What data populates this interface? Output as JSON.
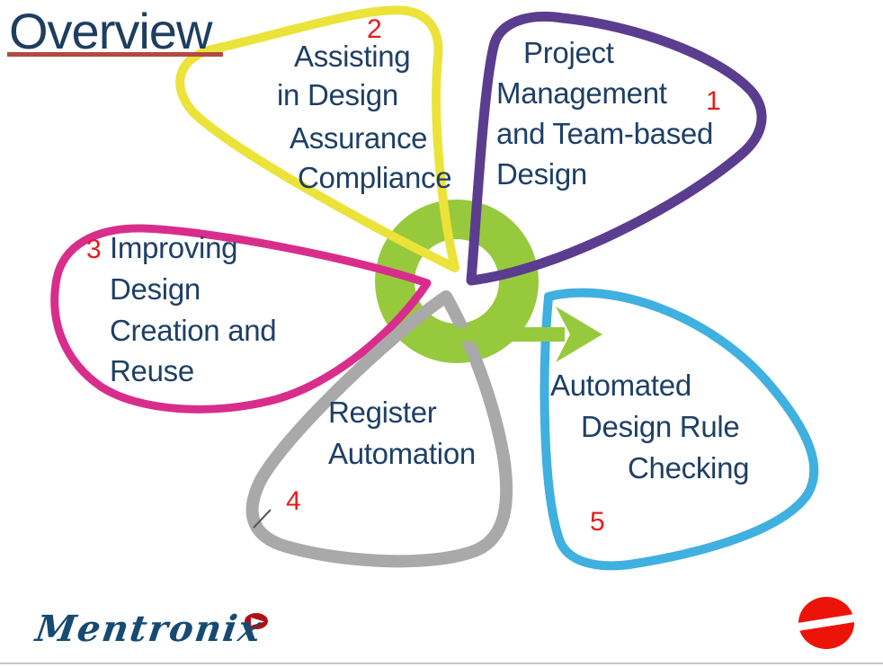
{
  "title": {
    "text": "Overview"
  },
  "petals": [
    {
      "name": "project-management-and-team-based-design",
      "number": "1",
      "color": "#5b3d8f",
      "lines": [
        "Project",
        "Management",
        "and Team-based",
        "Design"
      ]
    },
    {
      "name": "assisting-in-design-assurance-compliance",
      "number": "2",
      "color": "#ebe33a",
      "lines": [
        "Assisting",
        "in Design",
        "Assurance",
        "Compliance"
      ]
    },
    {
      "name": "improving-design-creation-and-reuse",
      "number": "3",
      "color": "#d92d8c",
      "lines": [
        "Improving",
        "Design",
        "Creation and",
        "Reuse"
      ]
    },
    {
      "name": "register-automation",
      "number": "4",
      "color": "#a9a9a9",
      "lines": [
        "Register",
        "Automation"
      ]
    },
    {
      "name": "automated-design-rule-checking",
      "number": "5",
      "color": "#3fb0e0",
      "lines": [
        "Automated",
        "Design Rule",
        "Checking"
      ]
    }
  ],
  "center": {
    "icon": "circular-arrow-right",
    "color": "#97c93c"
  },
  "footer": {
    "brand": "Mentronix"
  },
  "colors": {
    "title_text": "#1d3e5f",
    "title_underline": "#b04a42",
    "body_text": "#1e3f66",
    "number_red": "#e81a1a",
    "brand_navy": "#164a72",
    "corner_logo_red": "#ec1408"
  }
}
